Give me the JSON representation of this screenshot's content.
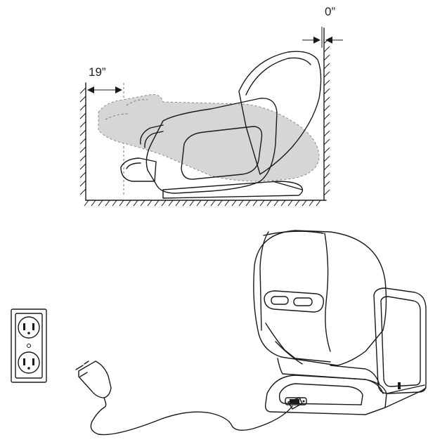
{
  "clearances": {
    "front_label": "19”",
    "rear_label": "0”"
  },
  "icons": [
    "recline-clearance-diagram",
    "wall-outlet-icon",
    "power-plug-icon",
    "massage-chair-icon"
  ]
}
